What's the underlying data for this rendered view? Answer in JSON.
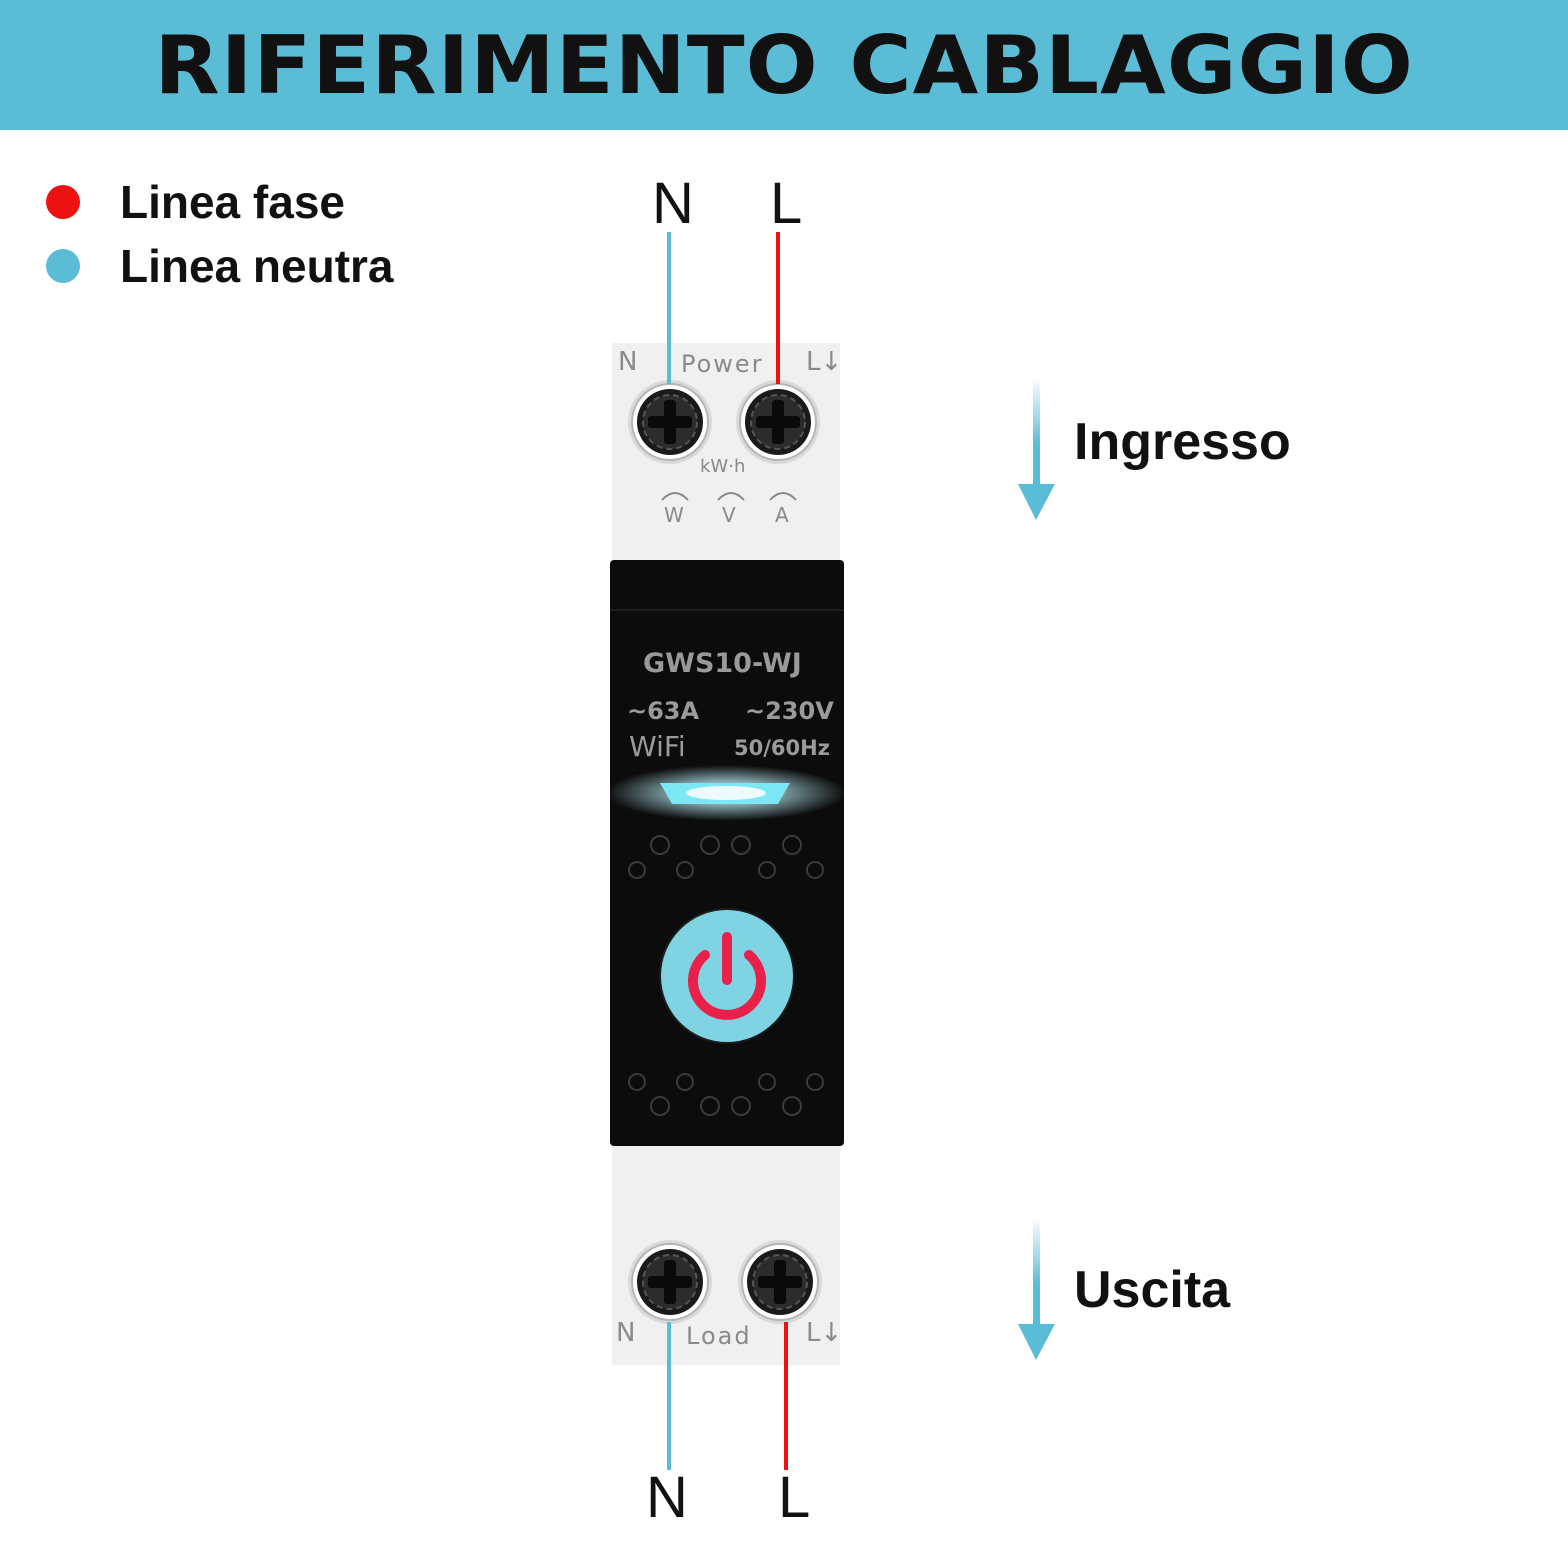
{
  "title": "RIFERIMENTO CABLAGGIO",
  "legend": [
    {
      "label": "Linea fase",
      "color": "#ee1111"
    },
    {
      "label": "Linea neutra",
      "color": "#5bbcd6"
    }
  ],
  "flow": {
    "input_label": "Ingresso",
    "output_label": "Uscita"
  },
  "wires": {
    "top_n": "N",
    "top_l": "L",
    "bottom_n": "N",
    "bottom_l": "L"
  },
  "device": {
    "top_terminal_n": "N",
    "top_terminal_caption": "Power",
    "top_terminal_l": "L↓",
    "energy_unit": "kW·h",
    "indicators": [
      "W",
      "V",
      "A"
    ],
    "model": "GWS10-WJ",
    "current": "~63A",
    "voltage": "~230V",
    "connectivity": "WiFi",
    "frequency": "50/60Hz",
    "bottom_terminal_n": "N",
    "bottom_terminal_caption": "Load",
    "bottom_terminal_l": "L↓"
  },
  "colors": {
    "banner": "#5bbcd6",
    "phase": "#ee1111",
    "neutral": "#5bbcd6",
    "device_body": "#0c0c0c",
    "device_housing": "#f0f0f0",
    "led": "#7de8f5",
    "power_button": "#7fd3e3",
    "power_symbol": "#e8204a"
  },
  "icons": {
    "power_button": "power-icon",
    "flow_arrow": "arrow-down-icon",
    "terminal": "screw-terminal-icon"
  }
}
